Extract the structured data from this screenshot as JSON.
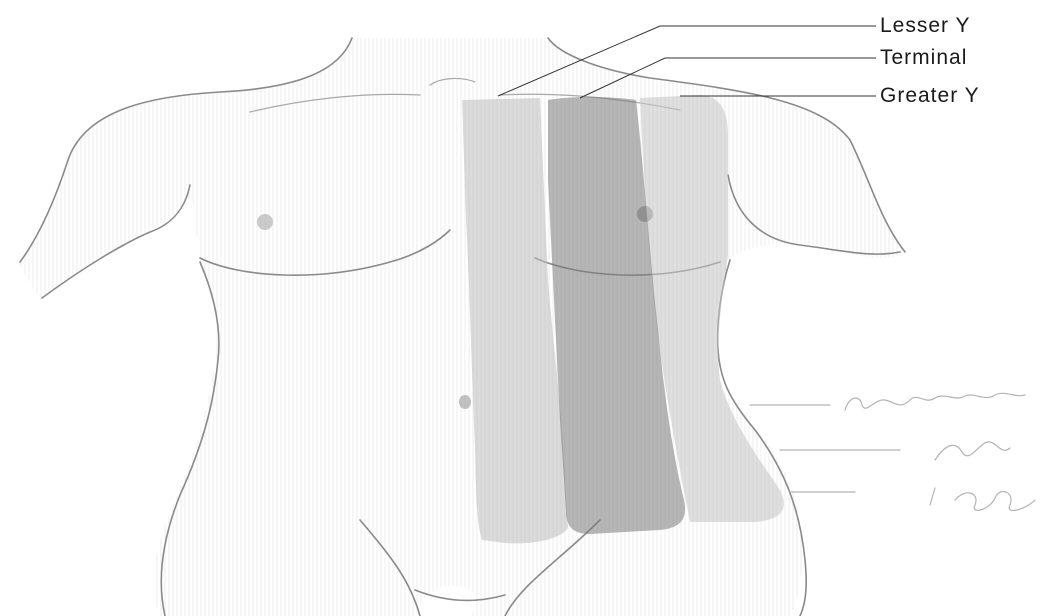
{
  "figure": {
    "labels": [
      {
        "id": "lesser",
        "text": "Lesser Y"
      },
      {
        "id": "terminal",
        "text": "Terminal"
      },
      {
        "id": "greater",
        "text": "Greater Y"
      }
    ],
    "zones": [
      {
        "id": "lesser",
        "color": "#bdbdbd",
        "opacity": 0.55
      },
      {
        "id": "terminal",
        "color": "#7a7a7a",
        "opacity": 0.55
      },
      {
        "id": "greater",
        "color": "#c4c4c4",
        "opacity": 0.55
      }
    ],
    "body_outline_color": "#8a8a8a"
  }
}
